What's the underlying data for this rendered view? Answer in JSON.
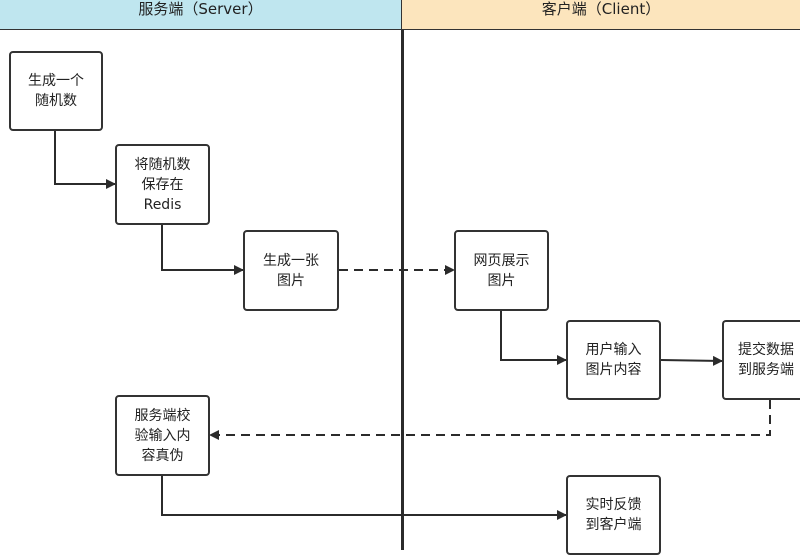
{
  "lanes": {
    "server": "服务端（Server）",
    "client": "客户端（Client）"
  },
  "nodes": {
    "generate_random": "生成一个\n随机数",
    "save_redis": "将随机数\n保存在\nRedis",
    "generate_image": "生成一张\n图片",
    "web_display": "网页展示\n图片",
    "user_input": "用户输入\n图片内容",
    "submit_server": "提交数据\n到服务端",
    "server_verify": "服务端校\n验输入内\n容真伪",
    "realtime_feedback": "实时反馈\n到客户端"
  }
}
